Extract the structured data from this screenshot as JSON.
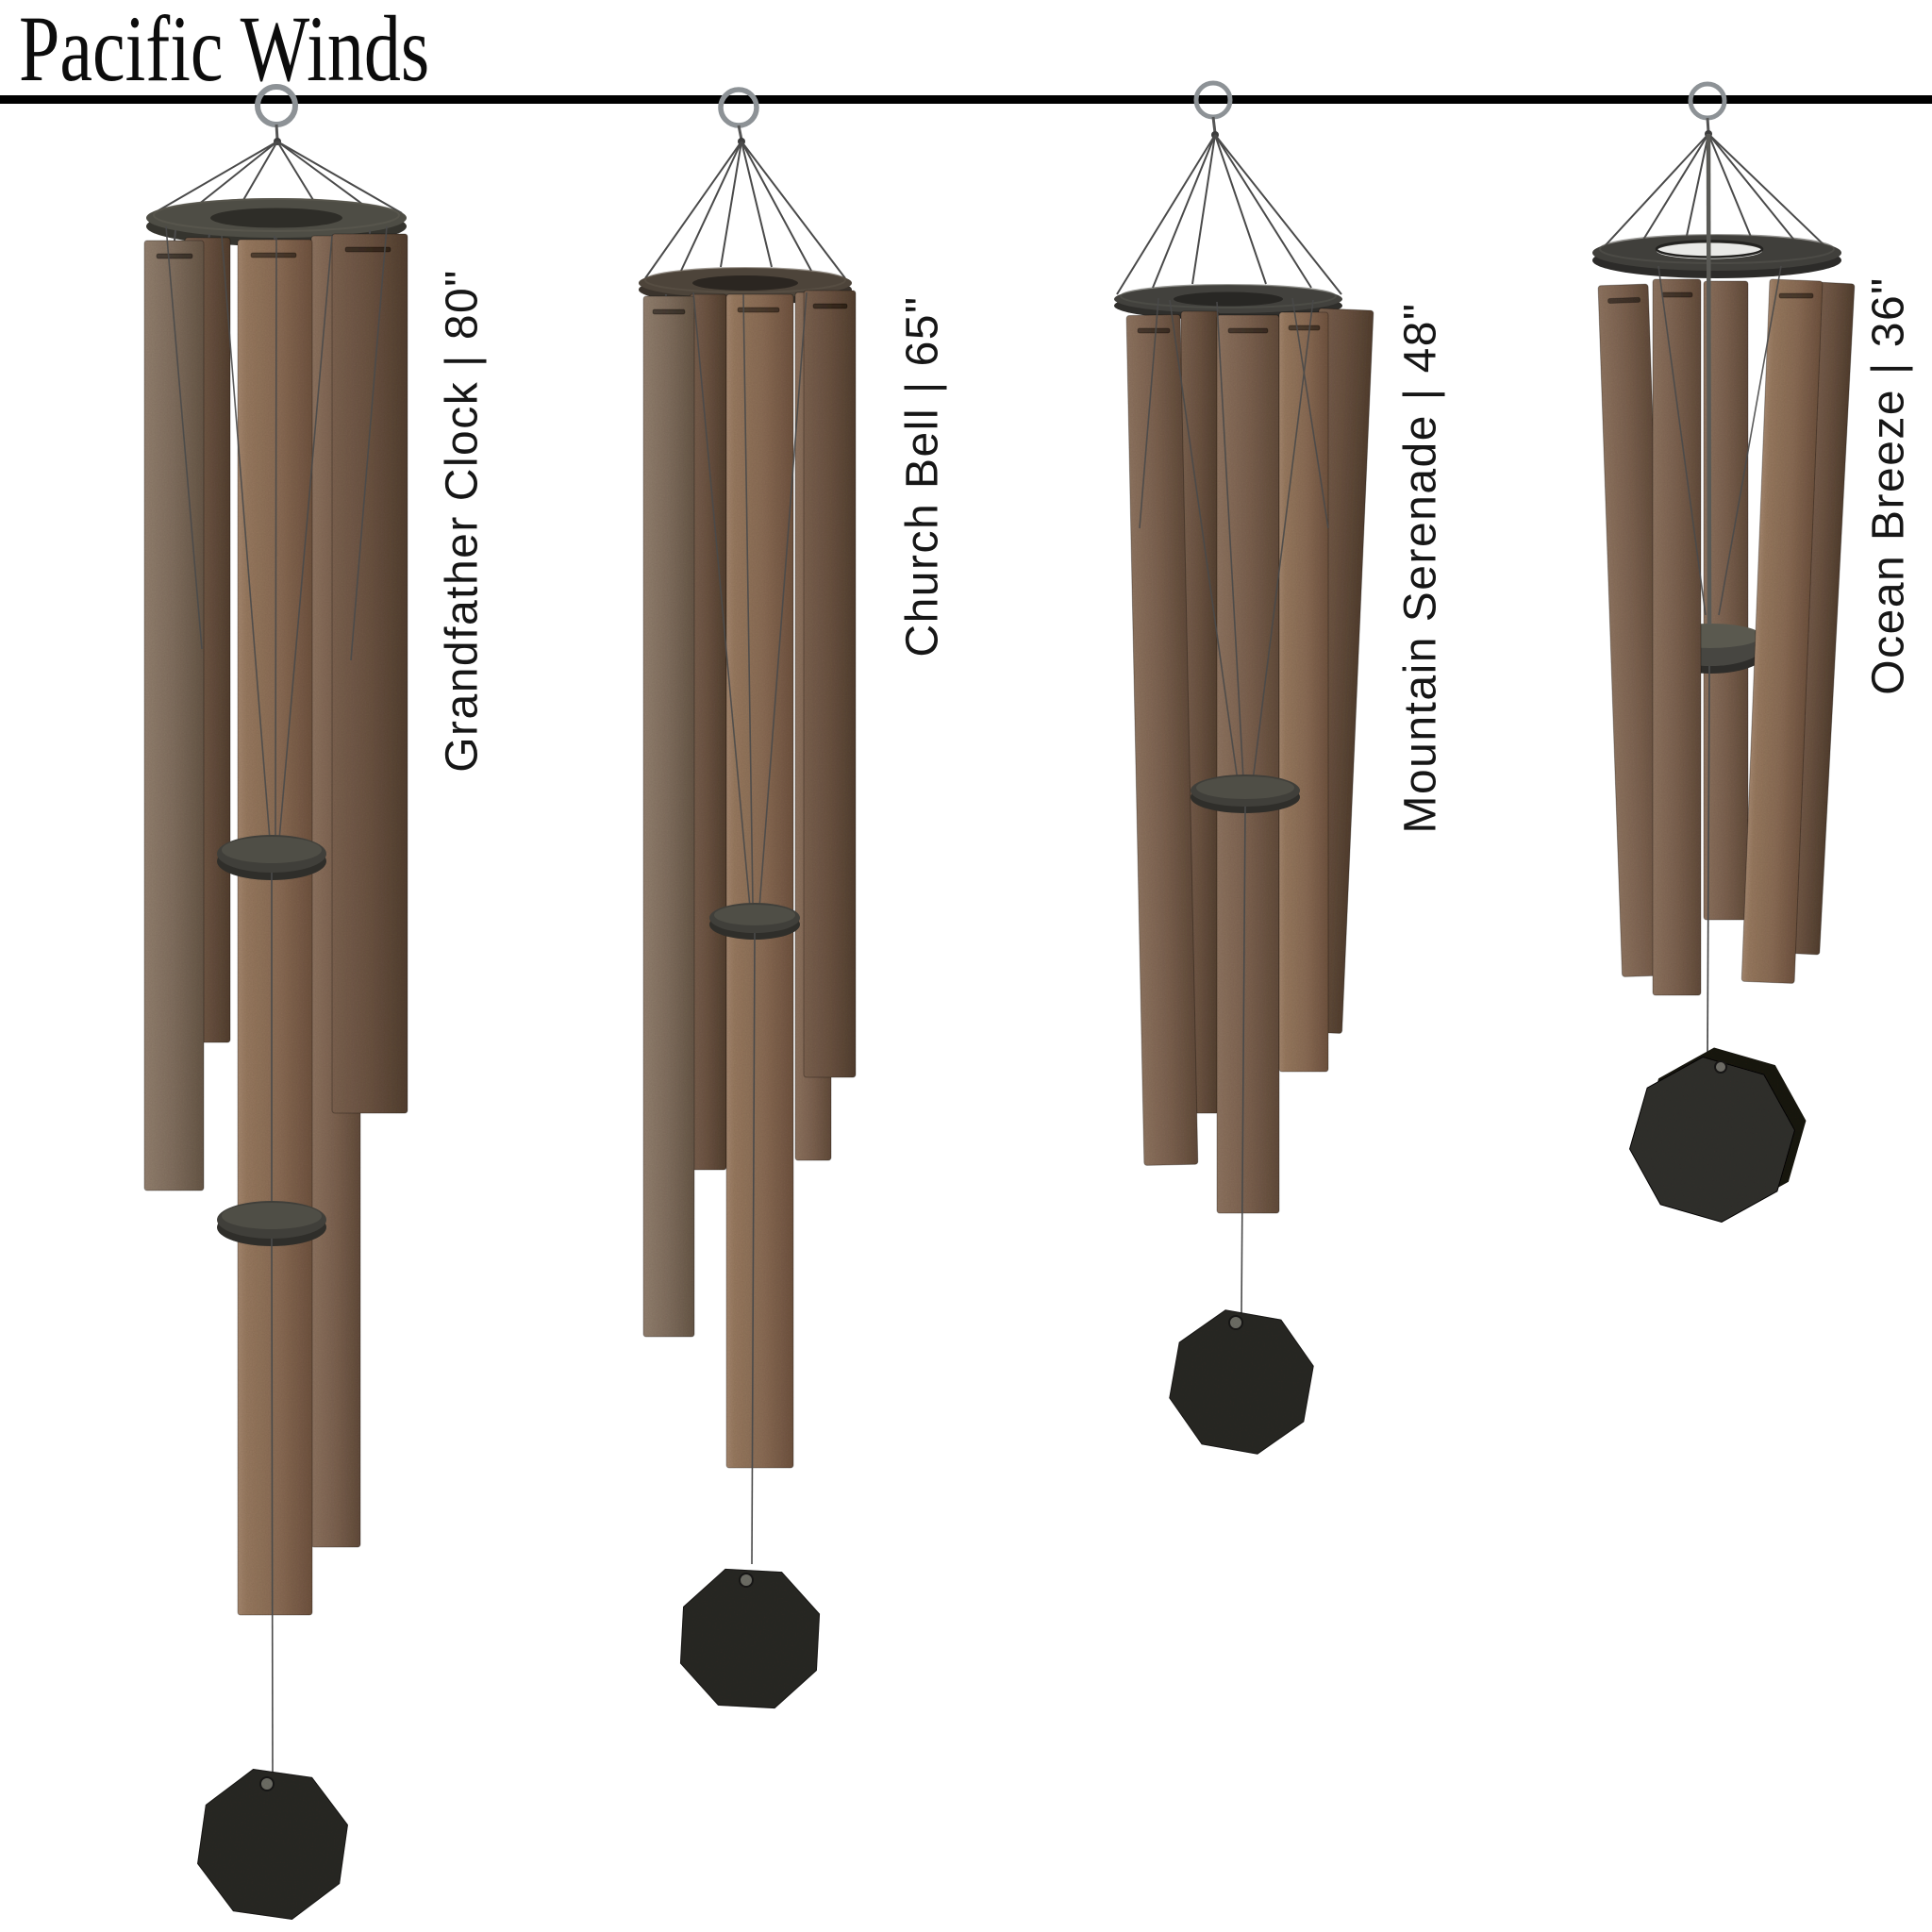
{
  "page": {
    "title": "Pacific Winds"
  },
  "products": [
    {
      "name": "Grandfather Clock",
      "size": "80\"",
      "label": "Grandfather Clock | 80\""
    },
    {
      "name": "Church Bell",
      "size": "65\"",
      "label": "Church Bell | 65\""
    },
    {
      "name": "Mountain Serenade",
      "size": "48\"",
      "label": "Mountain Serenade | 48\""
    },
    {
      "name": "Ocean Breeze",
      "size": "36\"",
      "label": "Ocean Breeze | 36\""
    }
  ],
  "colors": {
    "background": "#ffffff",
    "title_text": "#0c0c0c",
    "underline": "#000000",
    "label_text": "#161616",
    "tube_copper_light": "#9c7e67",
    "tube_copper": "#8a6c55",
    "tube_copper_dark": "#6c5443",
    "tube_gray_brown": "#8d7a69",
    "canopy": "#4e4d45",
    "striker_disk": "#403f3a",
    "wind_sail": "#2c2b28",
    "string": "#4a4a4a",
    "hanger_ring": "#8d9296"
  }
}
